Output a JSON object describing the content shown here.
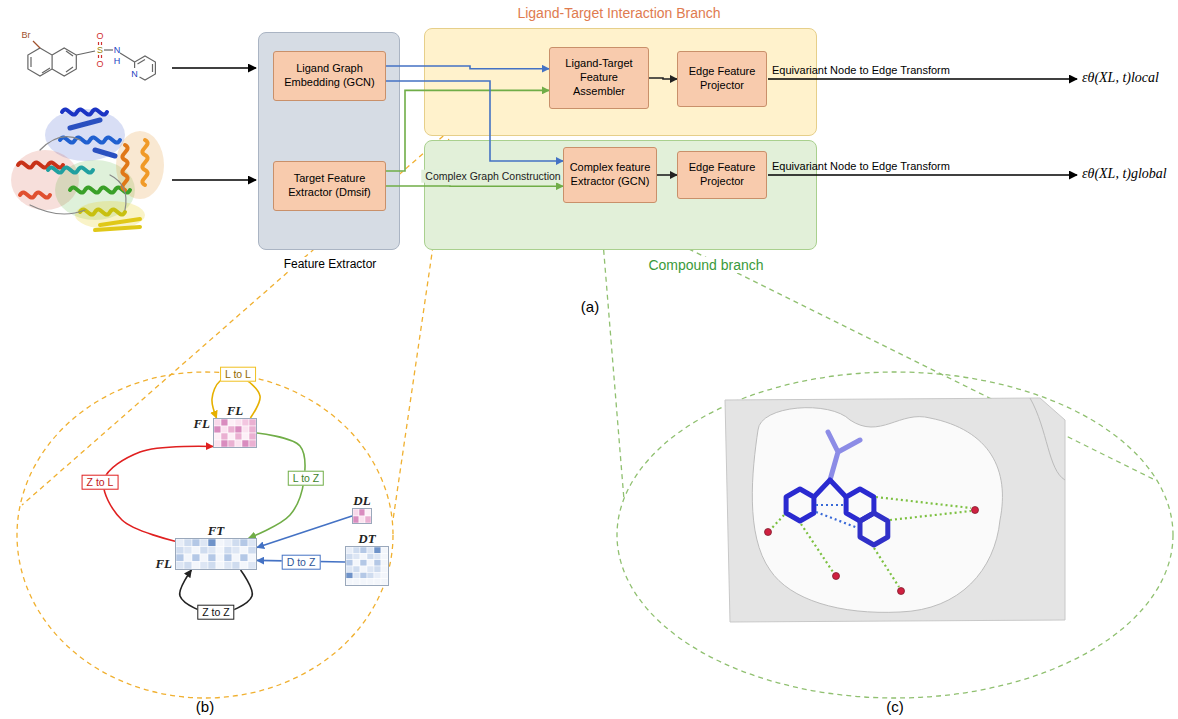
{
  "diagram": {
    "nodes": [
      {
        "text": [
          "Feature Extractor"
        ]
      },
      {
        "text": [
          "Ligand Graph Embedding (GCN)"
        ],
        "in": 0
      },
      {
        "text": [
          "Target Feature Extractor (Dmsif)"
        ],
        "in": 0
      },
      {
        "text": [
          "Ligand-Target Interaction Branch"
        ]
      },
      {
        "text": [
          "Ligand-Target Feature Assembler"
        ],
        "in": 3
      },
      {
        "text": [
          "Edge Feature Projector"
        ],
        "in": 3
      },
      {
        "text": [
          "Compound branch"
        ]
      },
      {
        "text": [
          "Complex feature Extractor (GCN)"
        ],
        "in": 6
      },
      {
        "text": [
          "Edge Feature Projector"
        ],
        "in": 6
      },
      {
        "text": [
          "FL",
          "FL"
        ]
      },
      {
        "text": [
          "FT",
          "FL"
        ]
      },
      {
        "text": [
          "DL"
        ]
      },
      {
        "text": [
          "DT"
        ]
      }
    ],
    "edges": [
      {
        "from": 1,
        "to": 4,
        "arrow": "to"
      },
      {
        "from": 2,
        "to": 4,
        "arrow": "to"
      },
      {
        "from": 1,
        "to": 7,
        "arrow": "to"
      },
      {
        "from": 2,
        "to": 7,
        "arrow": "to",
        "label": "Complex Graph Construction"
      },
      {
        "from": 4,
        "to": 5,
        "arrow": "to"
      },
      {
        "from": 7,
        "to": 8,
        "arrow": "to"
      },
      {
        "from": 9,
        "to": 9,
        "arrow": "to",
        "label": "L to L"
      },
      {
        "from": 9,
        "to": 10,
        "arrow": "to",
        "label": "L to Z"
      },
      {
        "from": 10,
        "to": 9,
        "arrow": "to",
        "label": "Z to L"
      },
      {
        "from": 10,
        "to": 10,
        "arrow": "to",
        "label": "Z to Z"
      },
      {
        "from": 11,
        "to": 10,
        "arrow": "to"
      },
      {
        "from": 12,
        "to": 10,
        "arrow": "to",
        "label": "D to Z"
      }
    ],
    "labels": [
      "Equivariant Node to Edge Transform",
      "εθ(XL, t)local",
      "Equivariant Node to Edge Transform",
      "εθ(XL, t)global",
      "(a)",
      "(b)",
      "(c)",
      "Br",
      "O",
      "S",
      "O",
      "N",
      "H",
      "N"
    ]
  }
}
